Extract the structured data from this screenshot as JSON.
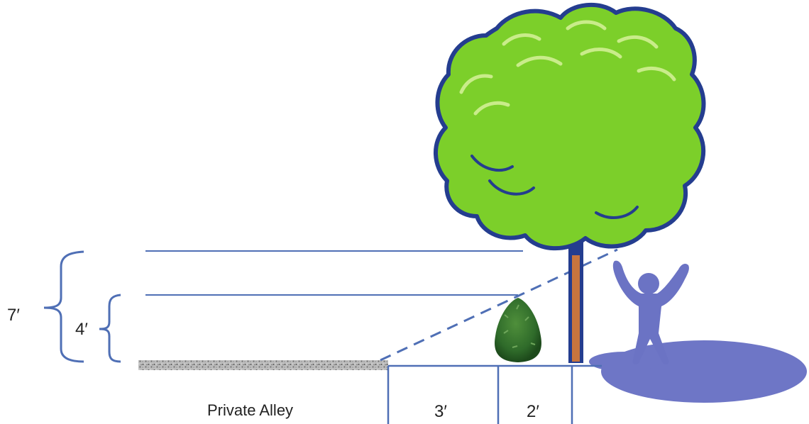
{
  "labels": {
    "height_total": "7′",
    "height_shrub": "4′",
    "alley": "Private Alley",
    "offset_shrub": "3′",
    "offset_tree": "2′"
  },
  "colors": {
    "line_blue": "#4f6fb5",
    "dark_outline": "#243d8f",
    "foliage_green": "#7ccf2a",
    "foliage_highlight": "#c9ec8a",
    "trunk_brown": "#c8753e",
    "person_blue": "#6b73c4",
    "shadow_blue": "#6e76c6",
    "shrub_green": "#2f6b2a"
  }
}
